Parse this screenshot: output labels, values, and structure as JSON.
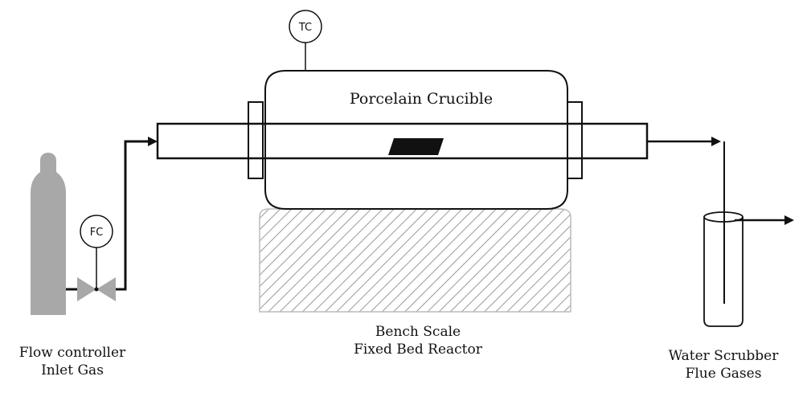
{
  "diagram": {
    "tc_label": "TC",
    "fc_label": "FC",
    "crucible_label": "Porcelain Crucible",
    "reactor_caption": [
      "Bench Scale",
      "Fixed Bed Reactor"
    ],
    "inlet_caption": [
      "Flow controller",
      "Inlet Gas"
    ],
    "scrubber_caption": [
      "Water Scrubber",
      "Flue Gases"
    ]
  }
}
